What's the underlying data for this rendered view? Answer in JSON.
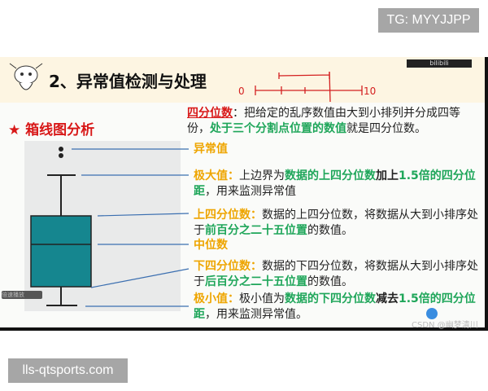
{
  "overlay": {
    "tg_label": "TG: MYYJJPP",
    "site_label": "lls-qtsports.com"
  },
  "slide": {
    "title": "2、异常值检测与处理",
    "section": "★ 箱线图分析",
    "hand_labels": {
      "left": "0",
      "right": "10"
    },
    "logo_badge": "bilibili",
    "definition": {
      "term": "四分位数",
      "p1": "：把给定的乱序数值由大到小排列并分成四等份，",
      "em": "处于三个分割点位置的数值",
      "p2": "就是四分位数。"
    },
    "items": [
      {
        "label": "异常值"
      },
      {
        "label": "极大值：",
        "t1": "上边界为",
        "g1": "数据的上四分位数",
        "b1": "加上",
        "g2": "1.5倍的四分位距",
        "t2": "，用来监测异常值"
      },
      {
        "label": "上四分位数：",
        "t1": "数据的上四分位数，将数据从大到小排序处于",
        "g1": "前百分之二十五位置",
        "t2": "的数值。"
      },
      {
        "label": "中位数"
      },
      {
        "label": "下四分位数：",
        "t1": "数据的下四分位数，将数据从大到小排序处于",
        "g1": "后百分之二十五位置",
        "t2": "的数值。"
      },
      {
        "label": "极小值：",
        "t1": "极小值为",
        "g1": "数据的下四分位数",
        "b1": "减去",
        "g2": "1.5倍的四分位距",
        "t2": "，用来监测异常值。"
      }
    ],
    "watermark": "CSDN @幽梦清川",
    "player_control": "倍速播放"
  },
  "colors": {
    "box": "#15868f",
    "label": "#eea500",
    "highlight": "#1fa65a",
    "term": "#d81818",
    "arrow": "#3b6fb0"
  }
}
